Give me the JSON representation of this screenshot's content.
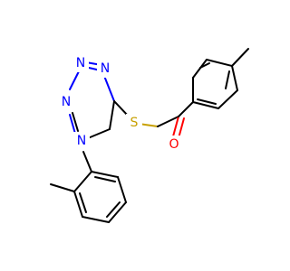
{
  "molecule": {
    "atoms": {
      "n1": "N",
      "n2": "N",
      "n3": "N",
      "n4": "N",
      "s": "S",
      "o": "O"
    },
    "colors": {
      "bond": "#000000",
      "nitrogen": "#0000ff",
      "sulfur": "#c8a000",
      "oxygen": "#ff0000"
    }
  }
}
